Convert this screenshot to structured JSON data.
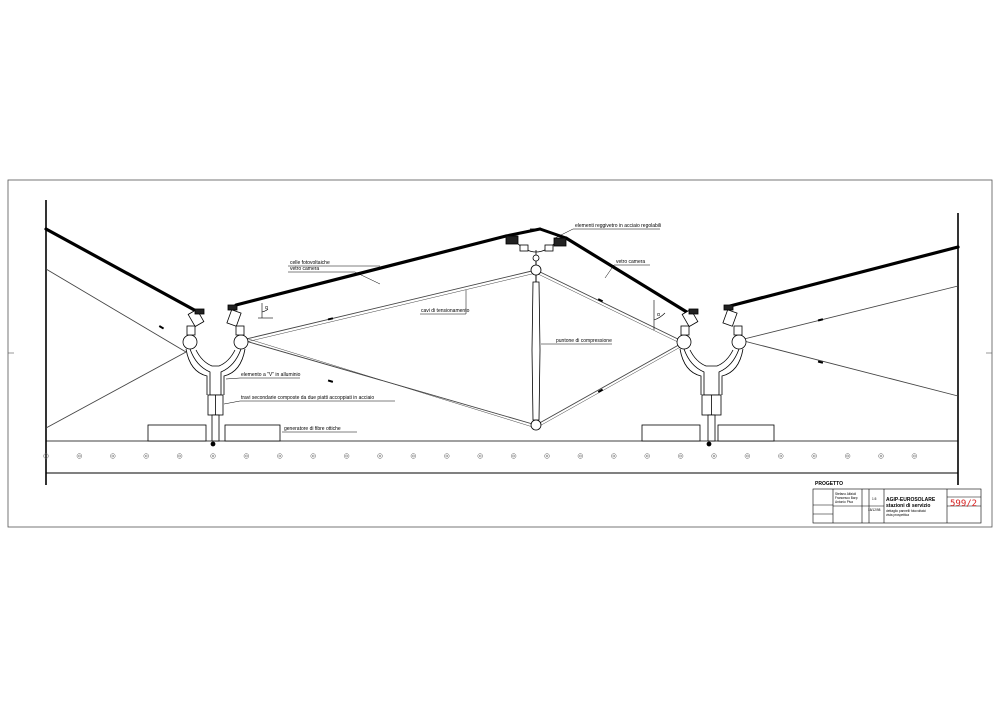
{
  "labels": {
    "celle": "celle fotovoltaiche",
    "vetro_left": "vetro camera",
    "elementi": "elementi reggivetro in acciaio regolabili",
    "vetro_right": "vetro camera",
    "cavi": "cavi di tensionamento",
    "puntone": "puntone di compressione",
    "elemento_v": "elemento a \"V\" in alluminio",
    "travi": "travi secondarie composte da due piatti accoppiati in acciaio",
    "generatore": "generatore di fibre ottiche",
    "angle_left": "α",
    "angle_right": "α"
  },
  "title_block": {
    "progetto_label": "PROGETTO",
    "studenti": [
      "Stefano Alfaioli",
      "Francesco Barp",
      "Antonio Piva"
    ],
    "scale": "1:5",
    "date": "18/12/98",
    "project_title": "AGIP-EUROSOLARE",
    "project_subtitle": "stazioni di servizio",
    "description_1": "dettaglio pannelli fotovoltaici",
    "description_2": "vista prospettica",
    "table_number": "599/2"
  },
  "colors": {
    "line": "#000000",
    "border": "#555555",
    "table_number": "#d62020"
  }
}
